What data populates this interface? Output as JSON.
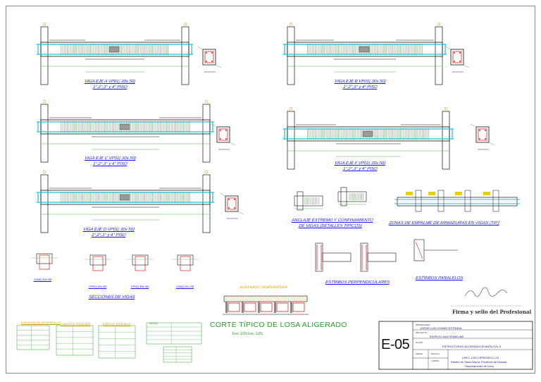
{
  "sheet": {
    "code": "E-05",
    "main_title": "CORTE TÍPICO DE LOSA ALIGERADO",
    "main_scale": "Esc: 1/20                    Esc: 1/25",
    "signature_label": "Firma y sello del Profesional"
  },
  "beam_captions": [
    {
      "line1": "VIGA  EJE  A   VP01(.30x.50)",
      "line2": "1°,2°,3°  y  4°  PISO"
    },
    {
      "line1": "VIGA  EJE  B   VP01(.30x.50)",
      "line2": "1°,2°,3°  y  4°  PISO"
    },
    {
      "line1": "VIGA  EJE  C   VP01(.30x.50)",
      "line2": "1°,2°,3°  y  4°  PISO"
    },
    {
      "line1": "VIGA  EJE  F   VP01(.30x.50)",
      "line2": "1°,2°,3°  y  4°  PISO"
    },
    {
      "line1": "VIGA  EJE  D   VP01(.30x.50)",
      "line2": "1°,2°,3°  y  4°  PISO"
    }
  ],
  "detail_captions": {
    "anclaje_1": "ANCLAJE  EXTREMO  Y  CONFINAMIENTO",
    "anclaje_2": "DE  VIGAS  (DETALLES TIPICOS)",
    "empalme": "ZONAS  DE  EMPALME  DE  ARMADURAS  EN  VIGAS  (TIP.)",
    "estribos_perp": "ESTRIBOS PERPENDICULARES",
    "estribos_par": "ESTRIBOS  PARALELOS",
    "secciones": "SECCIONES  DE  VIGAS",
    "losa_label": "ALIGERADO TEMPERATURA"
  },
  "section_tags": [
    "VIGA(.30x.50)",
    "VP01(.30x.50)",
    "VP01(.30x.50)",
    "VIGA(.25x.20)"
  ],
  "title_block": {
    "propietario_label": "PROPIETARIO",
    "propietario": "JORGE LUIS GOMEZ ESTRADA",
    "proyecto_label": "PROYECTO",
    "proyecto": "EDIFICIO MULTIFAMILIAR",
    "plano_label": "PLANO",
    "plano": "ESTRUCTURAS-ALIGERADO,PLANTA 2 AL 5",
    "ubicacion": "LIRIO, LOS CIPRESES C-25",
    "ubicacion2": "Distrito de Santa María, Provincia de Huaura",
    "ubicacion3": "Departamento de Lima",
    "fecha_label": "FECHA",
    "escala_label": "ESCALA",
    "lamina_label": "LAMINA"
  },
  "tables": {
    "t1_title": "LONGITUD DE DESARROLLO",
    "t2_title": "LONGITUD TRASLAPE",
    "t3_title": "ESPECIF. ESTRIBOS",
    "t4_title": "NOTAS"
  }
}
